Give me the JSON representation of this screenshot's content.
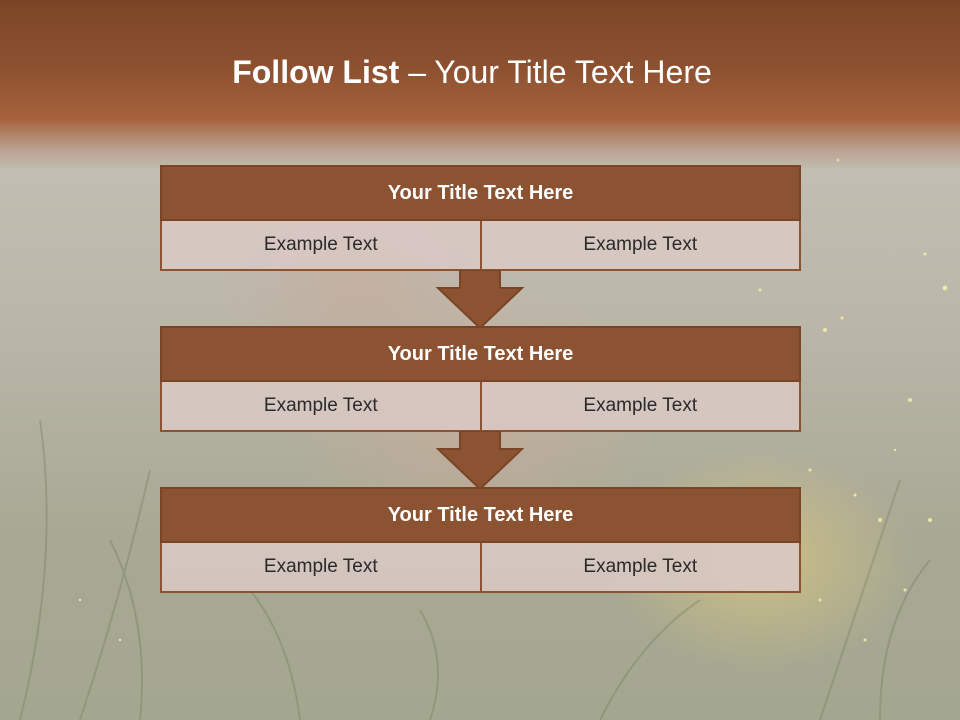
{
  "title": {
    "bold": "Follow List",
    "rest": "– Your Title Text Here"
  },
  "blocks": [
    {
      "heading": "Your Title Text Here",
      "left": "Example Text",
      "right": "Example Text"
    },
    {
      "heading": "Your Title Text Here",
      "left": "Example Text",
      "right": "Example Text"
    },
    {
      "heading": "Your Title Text Here",
      "left": "Example Text",
      "right": "Example Text"
    }
  ],
  "colors": {
    "accent": "#8b5332",
    "header_band": "#7a4526",
    "cell_fill": "#dac8c4"
  }
}
